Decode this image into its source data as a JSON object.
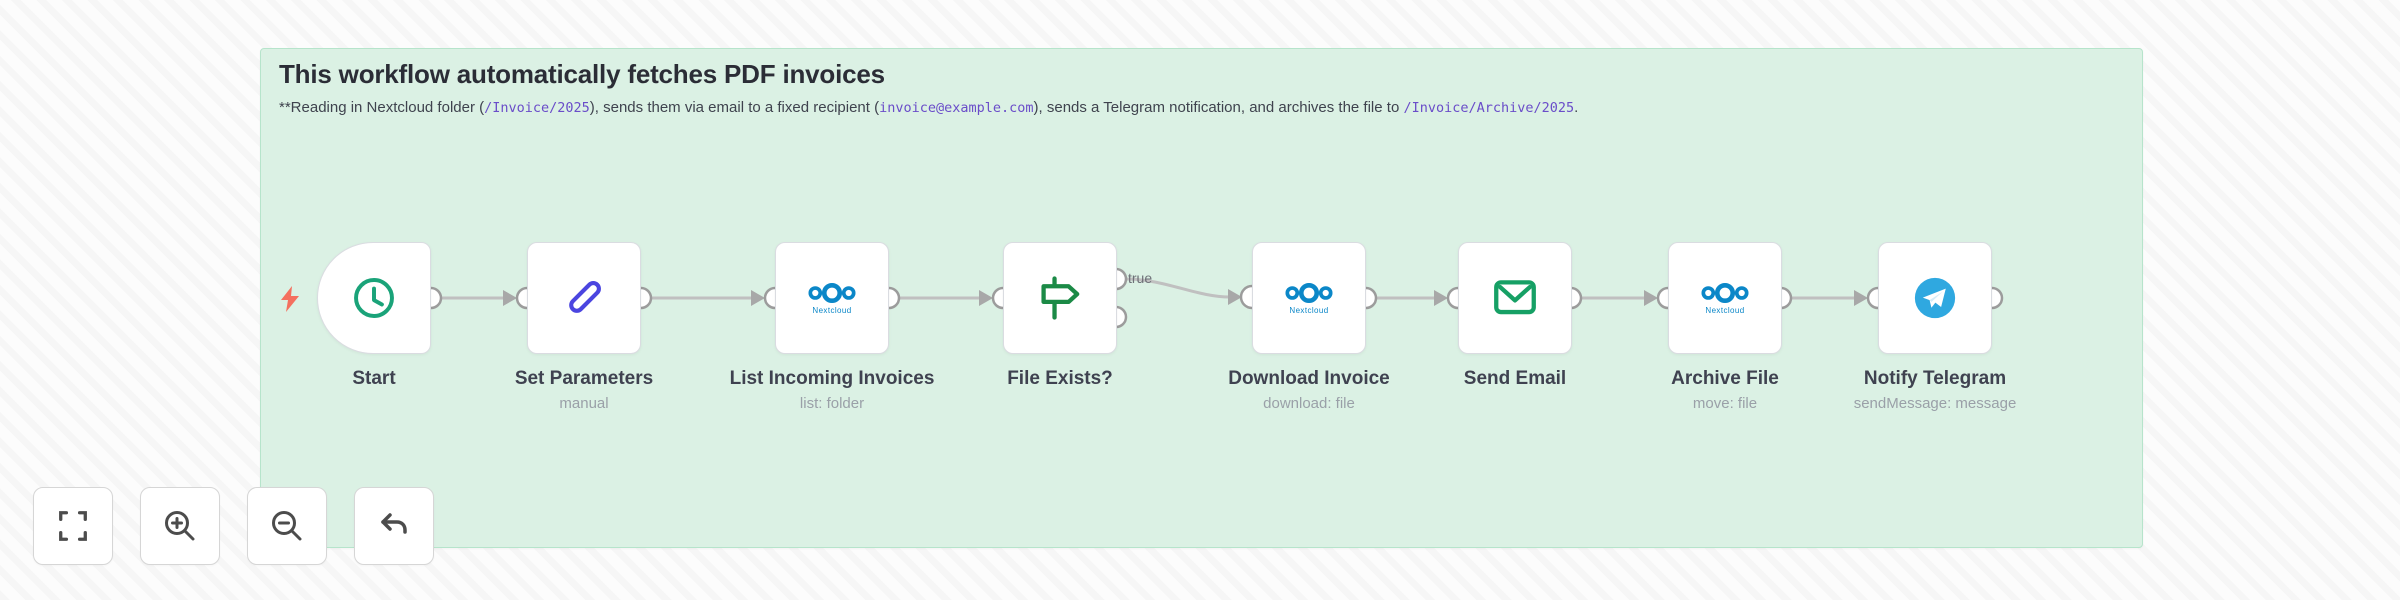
{
  "sticky": {
    "title": "This workflow automatically fetches PDF invoices",
    "description": {
      "seg0": "**Reading in Nextcloud folder (",
      "code1": "/Invoice/2025",
      "seg2": "), sends them via email to a fixed recipient (",
      "code3": "invoice@example.com",
      "seg4": "), sends a Telegram notification, and archives the file to ",
      "code5": "/Invoice/Archive/2025",
      "seg6": "."
    }
  },
  "workflow": {
    "nodes": [
      {
        "name": "Start",
        "subtitle": "",
        "icon": "clock-icon"
      },
      {
        "name": "Set Parameters",
        "subtitle": "manual",
        "icon": "pencil-icon"
      },
      {
        "name": "List Incoming Invoices",
        "subtitle": "list: folder",
        "icon": "nextcloud-icon",
        "icon_caption": "Nextcloud"
      },
      {
        "name": "File Exists?",
        "subtitle": "",
        "icon": "signpost-icon"
      },
      {
        "name": "Download Invoice",
        "subtitle": "download: file",
        "icon": "nextcloud-icon",
        "icon_caption": "Nextcloud"
      },
      {
        "name": "Send Email",
        "subtitle": "",
        "icon": "envelope-icon"
      },
      {
        "name": "Archive File",
        "subtitle": "move: file",
        "icon": "nextcloud-icon",
        "icon_caption": "Nextcloud"
      },
      {
        "name": "Notify Telegram",
        "subtitle": "sendMessage: message",
        "icon": "telegram-icon"
      }
    ],
    "branch_label_true": "true"
  },
  "colors": {
    "sticky_bg": "#dbf1e4",
    "sticky_border": "#b6e4cb",
    "code_purple": "#6a4dc9",
    "node_green": "#1aa379",
    "node_indigo": "#4b45e0",
    "nextcloud_blue": "#0b87c8",
    "signpost_green": "#1b8a46",
    "email_green": "#16a065",
    "telegram_blue": "#2fa8e0",
    "bolt_coral": "#f4705f",
    "wire_gray": "#c0c0c0"
  }
}
